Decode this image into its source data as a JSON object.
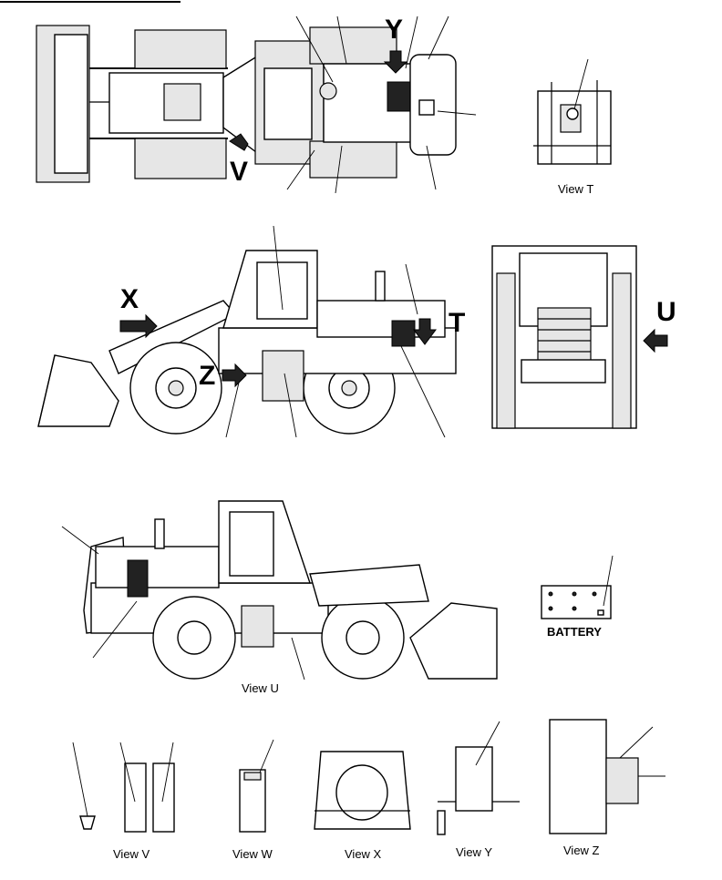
{
  "arrow_labels": {
    "x": "X",
    "y": "Y",
    "z": "Z",
    "t": "T",
    "u": "U",
    "v": "V"
  },
  "view_labels": {
    "view_t": "View T",
    "view_u": "View U",
    "view_v": "View V",
    "view_w": "View W",
    "view_x": "View X",
    "view_y": "View Y",
    "view_z": "View Z",
    "battery": "BATTERY"
  }
}
